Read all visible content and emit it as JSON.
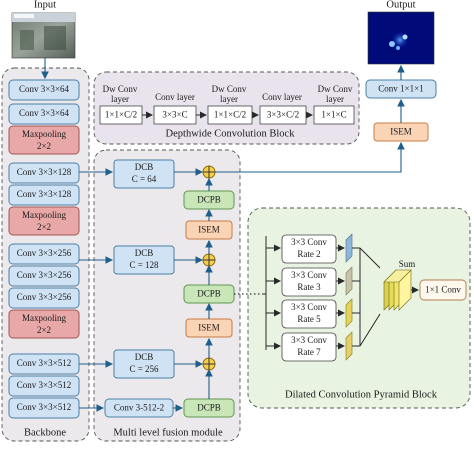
{
  "labels": {
    "input": "Input",
    "output": "Output",
    "backbone": "Backbone",
    "fusion": "Multi level fusion module",
    "dw_block_title": "Depthwide  Convolution  Block",
    "dcpb_block_title": "Dilated Convolution Pyramid Block",
    "sum": "Sum",
    "conv_out": "Conv 1×1×1",
    "conv_1x1": "1×1 Conv"
  },
  "backbone": {
    "conv64": "Conv 3×3×64",
    "maxpool_line1": "Maxpooling",
    "maxpool_line2": "2×2",
    "conv128": "Conv 3×3×128",
    "conv256": "Conv 3×3×256",
    "conv512": "Conv 3×3×512"
  },
  "dw": {
    "dw_label_line1": "Dw Conv",
    "dw_label_line2": "layer",
    "conv_label": "Conv layer",
    "k1": "1×1×C/2",
    "k2": "3×3×C",
    "k3": "3×3×C/2",
    "k4": "1×1×C"
  },
  "fusion": {
    "dcb_title": "DCB",
    "dcb1_c": "C = 64",
    "dcb2_c": "C = 128",
    "dcb3_c": "C = 256",
    "dcpb": "DCPB",
    "isem": "ISEM",
    "conv_512_2": "Conv 3-512-2"
  },
  "pyramid": {
    "conv_label": "3×3 Conv",
    "rate2": "Rate 2",
    "rate3": "Rate 3",
    "rate5": "Rate 5",
    "rate7": "Rate 7"
  },
  "colors": {
    "conv": "#cfe3f5",
    "maxpool": "#e8a8a8",
    "dcpb": "#c8e6b8",
    "isem": "#fbd3b5",
    "panel_gray": "#ebe9ec",
    "panel_green": "#e9f3e2"
  }
}
